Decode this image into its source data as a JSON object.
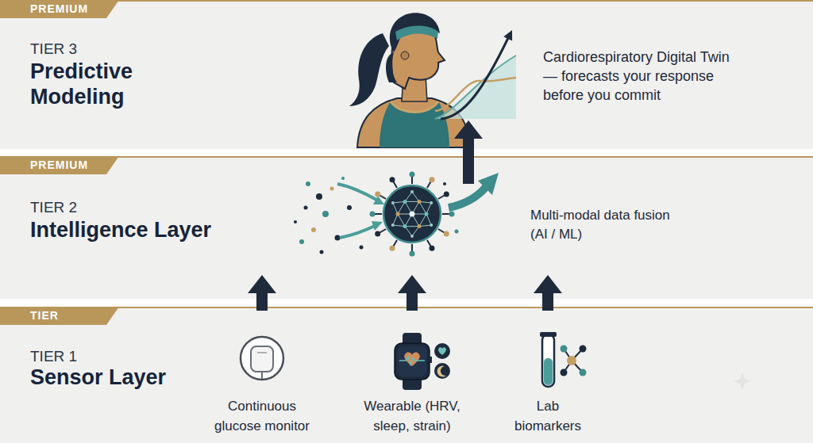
{
  "diagram": {
    "nodes": [
      {
        "text": [
          "PREMIUM",
          "TIER 3",
          "Predictive Modeling"
        ]
      },
      {
        "text": [
          "Cardiorespiratory Digital Twin — forecasts your response before you commit"
        ],
        "in": 0
      },
      {
        "text": [
          "PREMIUM",
          "TIER 2",
          "Intelligence Layer"
        ]
      },
      {
        "text": [
          "Multi-modal data fusion (AI / ML)"
        ],
        "in": 2
      },
      {
        "text": [
          "TIER",
          "TIER 1",
          "Sensor Layer"
        ]
      },
      {
        "text": [
          "Continuous glucose monitor"
        ],
        "in": 4
      },
      {
        "text": [
          "Wearable (HRV, sleep, strain)"
        ],
        "in": 4
      },
      {
        "text": [
          "Lab biomarkers"
        ],
        "in": 4
      }
    ],
    "edges": [
      {
        "from": 5,
        "to": 3,
        "arrow": "to"
      },
      {
        "from": 6,
        "to": 3,
        "arrow": "to"
      },
      {
        "from": 7,
        "to": 3,
        "arrow": "to"
      },
      {
        "from": 3,
        "to": 1,
        "arrow": "to"
      }
    ]
  }
}
